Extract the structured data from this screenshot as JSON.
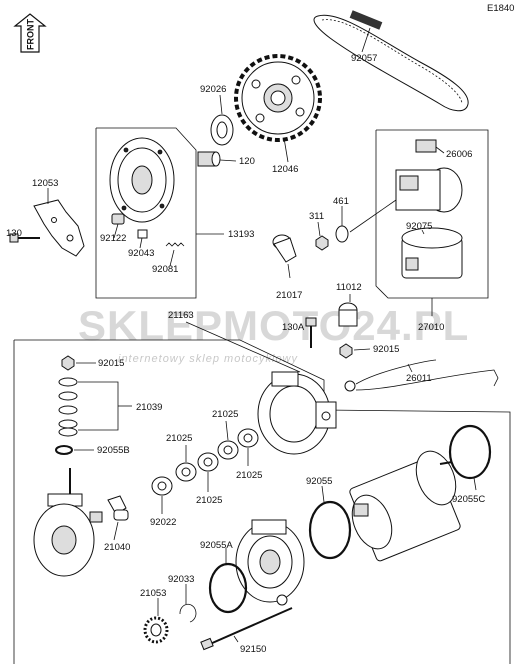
{
  "diagram_code": "E1840",
  "front_label": "FRONT",
  "watermark": {
    "brand": "SKLEPMOTO24.PL",
    "tagline": "internetowy sklep motocyklowy"
  },
  "parts": {
    "p92057": "92057",
    "p92026": "92026",
    "p120": "120",
    "p12046": "12046",
    "p12053": "12053",
    "p130": "130",
    "p92122": "92122",
    "p92043": "92043",
    "p92081": "92081",
    "p13193": "13193",
    "p311": "311",
    "p461": "461",
    "p21017": "21017",
    "p26006": "26006",
    "p92075": "92075",
    "p11012": "11012",
    "p27010": "27010",
    "p21163": "21163",
    "p130A": "130A",
    "p92015a": "92015",
    "p92015b": "92015",
    "p26011": "26011",
    "p21039": "21039",
    "p92055B": "92055B",
    "p21025a": "21025",
    "p21025b": "21025",
    "p21025c": "21025",
    "p21025d": "21025",
    "p92022": "92022",
    "p21040": "21040",
    "p92055": "92055",
    "p92055C": "92055C",
    "p92055A": "92055A",
    "p92033": "92033",
    "p21053": "21053",
    "p92150": "92150"
  }
}
